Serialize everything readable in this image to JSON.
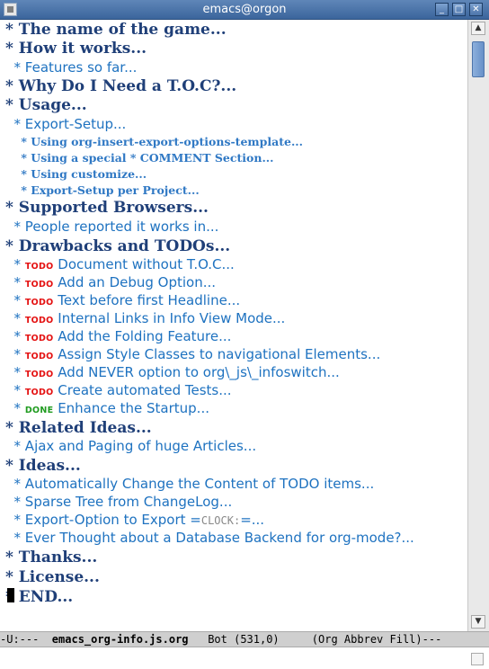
{
  "window": {
    "title": "emacs@orgon",
    "minimize_glyph": "_",
    "maximize_glyph": "□",
    "close_glyph": "✕"
  },
  "icons": {
    "app": "window-menu-icon",
    "up": "arrow-up-icon",
    "down": "arrow-down-icon",
    "resize": "resize-grip-icon"
  },
  "lines": [
    {
      "type": "h1",
      "text": "* The name of the game..."
    },
    {
      "type": "h1",
      "text": "* How it works..."
    },
    {
      "type": "h2",
      "text": "  * Features so far..."
    },
    {
      "type": "h1",
      "text": "* Why Do I Need a T.O.C?..."
    },
    {
      "type": "h1",
      "text": "* Usage..."
    },
    {
      "type": "h2",
      "text": "  * Export-Setup..."
    },
    {
      "type": "h3",
      "text": "    * Using org-insert-export-options-template..."
    },
    {
      "type": "h3",
      "text": "    * Using a special * COMMENT Section..."
    },
    {
      "type": "h3",
      "text": "    * Using customize..."
    },
    {
      "type": "h3",
      "text": "    * Export-Setup per Project..."
    },
    {
      "type": "h1",
      "text": "* Supported Browsers..."
    },
    {
      "type": "h2",
      "text": "  * People reported it works in..."
    },
    {
      "type": "h1",
      "text": "* Drawbacks and TODOs..."
    },
    {
      "type": "todo",
      "prefix": "  * ",
      "kw": "TODO",
      "text": " Document without T.O.C..."
    },
    {
      "type": "todo",
      "prefix": "  * ",
      "kw": "TODO",
      "text": " Add an Debug Option..."
    },
    {
      "type": "todo",
      "prefix": "  * ",
      "kw": "TODO",
      "text": " Text before first Headline..."
    },
    {
      "type": "todo",
      "prefix": "  * ",
      "kw": "TODO",
      "text": " Internal Links in Info View Mode..."
    },
    {
      "type": "todo",
      "prefix": "  * ",
      "kw": "TODO",
      "text": " Add the Folding Feature..."
    },
    {
      "type": "todo",
      "prefix": "  * ",
      "kw": "TODO",
      "text": " Assign Style Classes to navigational Elements..."
    },
    {
      "type": "todo",
      "prefix": "  * ",
      "kw": "TODO",
      "text": " Add NEVER option to org\\_js\\_infoswitch..."
    },
    {
      "type": "todo",
      "prefix": "  * ",
      "kw": "TODO",
      "text": " Create automated Tests..."
    },
    {
      "type": "done",
      "prefix": "  * ",
      "kw": "DONE",
      "text": " Enhance the Startup..."
    },
    {
      "type": "h1",
      "text": "* Related Ideas..."
    },
    {
      "type": "h2",
      "text": "  * Ajax and Paging of huge Articles..."
    },
    {
      "type": "h1",
      "text": "* Ideas..."
    },
    {
      "type": "h2",
      "text": "  * Automatically Change the Content of TODO items..."
    },
    {
      "type": "h2",
      "text": "  * Sparse Tree from ChangeLog..."
    },
    {
      "type": "clock",
      "prefix": "  * Export-Option to Export =",
      "kw": "CLOCK:",
      "text": "=..."
    },
    {
      "type": "h2",
      "text": "  * Ever Thought about a Database Backend for org-mode?..."
    },
    {
      "type": "h1",
      "text": "* Thanks..."
    },
    {
      "type": "h1",
      "text": "* License..."
    },
    {
      "type": "h1",
      "text": "* END..."
    }
  ],
  "modeline": {
    "status": "-U:---  ",
    "buffer": "emacs_org-info.js.org",
    "position": "   Bot (531,0)     ",
    "modes": "(Org Abbrev Fill)",
    "tail": "---"
  }
}
